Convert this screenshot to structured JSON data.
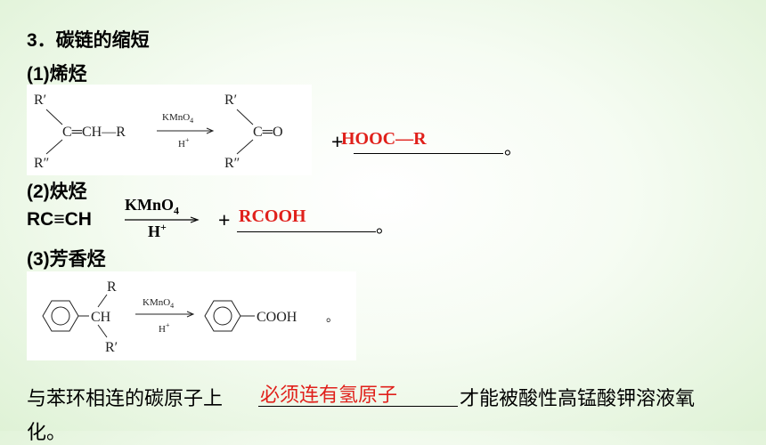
{
  "section": {
    "title": "3．碳链的缩短"
  },
  "alkene": {
    "heading": "(1)烯烃",
    "reaction": {
      "r1": "R′",
      "r2": "R″",
      "chain": "C═CH—R",
      "reagent_top": "KMnO",
      "reagent_top_sub": "4",
      "reagent_bottom": "H",
      "reagent_bottom_sup": "+",
      "product_r1": "R′",
      "product_r2": "R″",
      "product_core": "C═O"
    },
    "plus": "+",
    "answer": "HOOC—R",
    "end": "。"
  },
  "alkyne": {
    "heading": "(2)炔烃",
    "reactant": "RC≡CH",
    "reagent_top": "KMnO",
    "reagent_top_sub": "4",
    "reagent_bottom": "H",
    "reagent_bottom_sup": "+",
    "plus": "+",
    "answer": "RCOOH",
    "end": "。"
  },
  "aromatic": {
    "heading": "(3)芳香烃",
    "reaction": {
      "r_top": "R",
      "r_bottom": "R′",
      "ch": "CH",
      "reagent_top": "KMnO",
      "reagent_top_sub": "4",
      "reagent_bottom": "H",
      "reagent_bottom_sup": "+",
      "product": "COOH",
      "end": "。"
    }
  },
  "conclusion": {
    "prefix": "与苯环相连的碳原子上",
    "answer": "必须连有氢原子",
    "suffix": "才能被酸性高锰酸钾溶液氧",
    "wrap": "化。"
  }
}
